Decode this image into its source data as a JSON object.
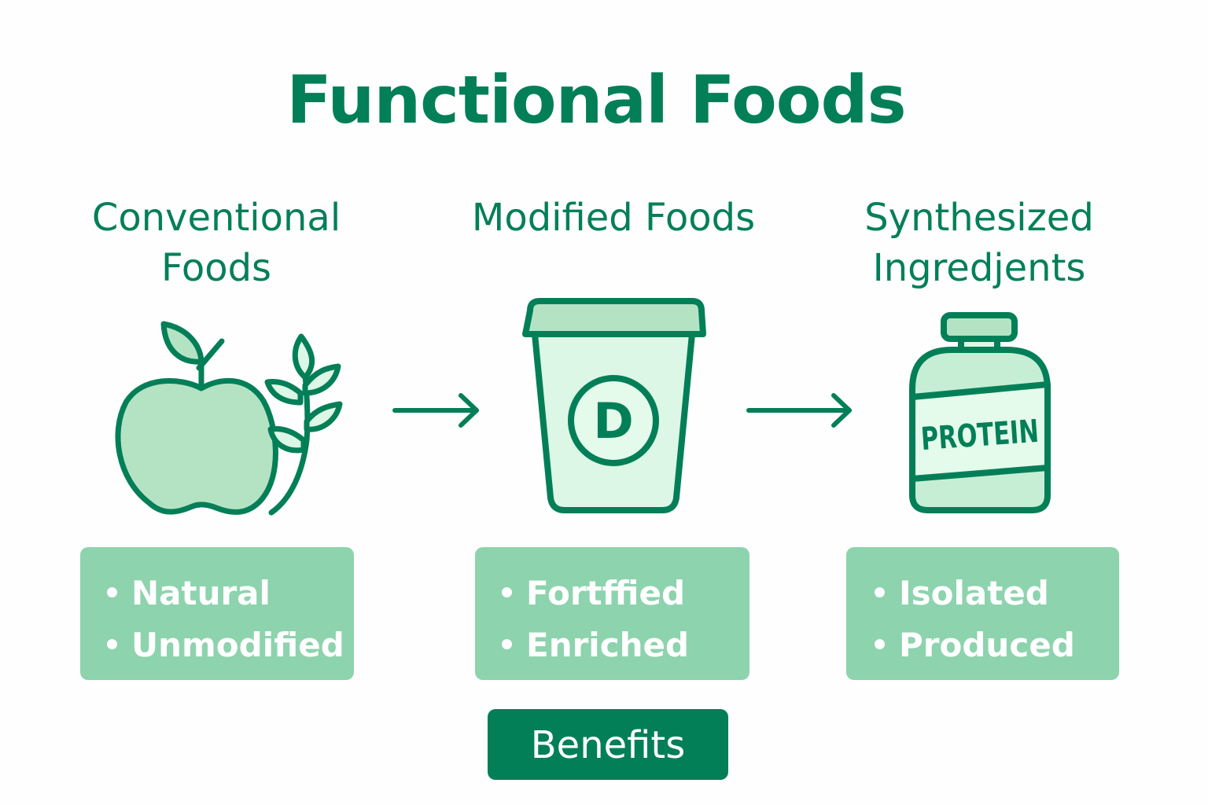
{
  "title": "Functional Foods",
  "colors": {
    "primary": "#037f58",
    "card_bg": "#8dd3ae",
    "icon_fill_light": "#b4e3c4",
    "icon_fill_lighter": "#dcf7e5",
    "background": "#fdfefd"
  },
  "columns": [
    {
      "heading_line1": "Conventional",
      "heading_line2": "Foods",
      "icon": "apple-wheat-icon",
      "bullets": [
        "Natural",
        "Unmodified"
      ]
    },
    {
      "heading_line1": "Modified Foods",
      "heading_line2": "",
      "icon": "fortified-cup-icon",
      "icon_label": "D",
      "bullets": [
        "Fortffied",
        "Enriched"
      ]
    },
    {
      "heading_line1": "Synthesized",
      "heading_line2": "Ingredjents",
      "icon": "protein-jar-icon",
      "icon_label": "PROTEIN",
      "bullets": [
        "Isolated",
        "Produced"
      ]
    }
  ],
  "arrows": [
    "arrow-right-icon",
    "arrow-right-icon"
  ],
  "benefits_button": {
    "label": "Benefits"
  }
}
